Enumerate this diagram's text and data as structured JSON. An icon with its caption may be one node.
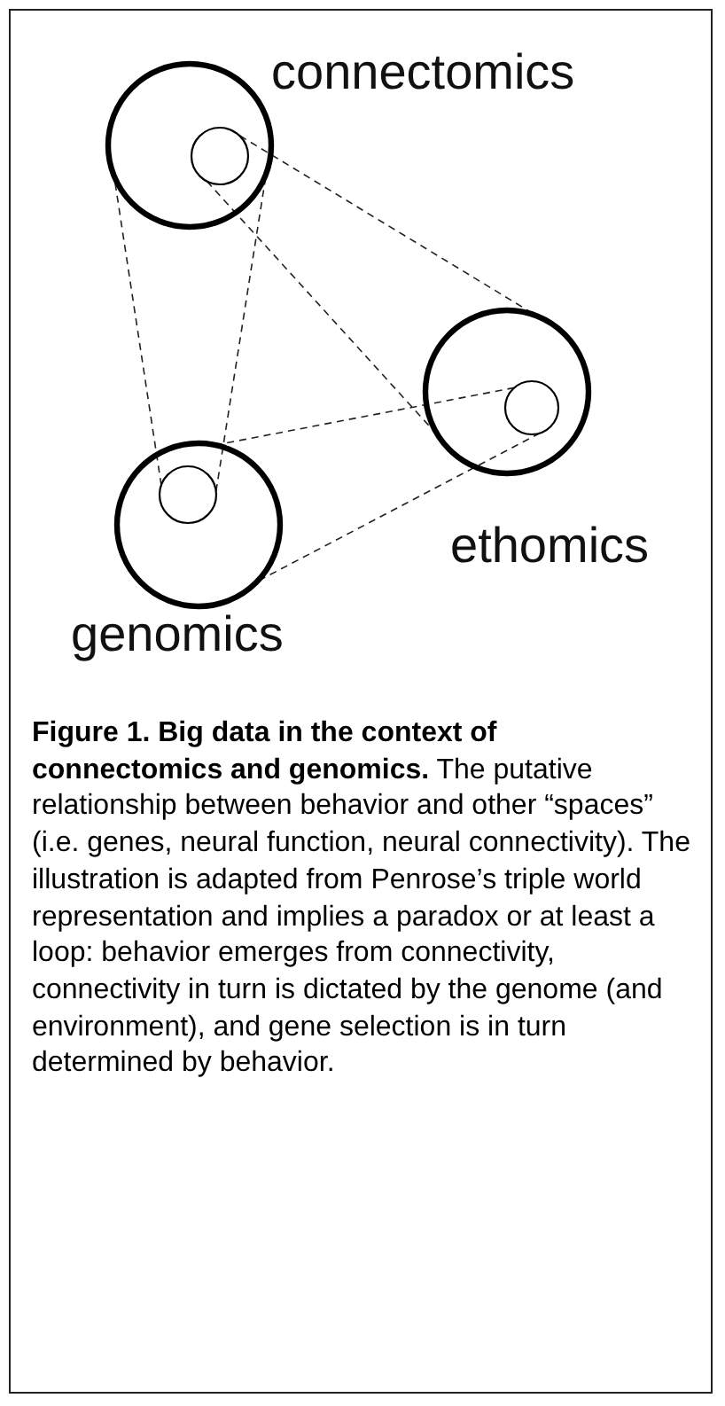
{
  "diagram": {
    "caption": "**Figure 1. Big data in the context of connectomics and genomics.** The putative relationship between behavior and other “spaces” (i.e. genes, neural function, neural connectivity). The illustration is adapted from Penrose’s triple world representation and implies a paradox or at least a loop: behavior emerges from connectivity, connectivity in turn is dictated by the genome (and environment), and gene selection is in turn determined by behavior.",
    "nodes": [
      {
        "text": [
          "connectomics"
        ]
      },
      {
        "text": [],
        "shape": "circle",
        "in": 0
      },
      {
        "text": [
          "ethomics"
        ]
      },
      {
        "text": [],
        "shape": "circle",
        "in": 2
      },
      {
        "text": [
          "genomics"
        ]
      },
      {
        "text": [],
        "shape": "circle",
        "in": 4
      }
    ],
    "edges": [
      {
        "from": 1,
        "to": 2,
        "arrow": "none",
        "style": "dashed"
      },
      {
        "from": 1,
        "to": 2,
        "arrow": "none",
        "style": "dashed"
      },
      {
        "from": 3,
        "to": 4,
        "arrow": "none",
        "style": "dashed"
      },
      {
        "from": 3,
        "to": 4,
        "arrow": "none",
        "style": "dashed"
      },
      {
        "from": 5,
        "to": 0,
        "arrow": "none",
        "style": "dashed"
      },
      {
        "from": 5,
        "to": 0,
        "arrow": "none",
        "style": "dashed"
      }
    ]
  }
}
